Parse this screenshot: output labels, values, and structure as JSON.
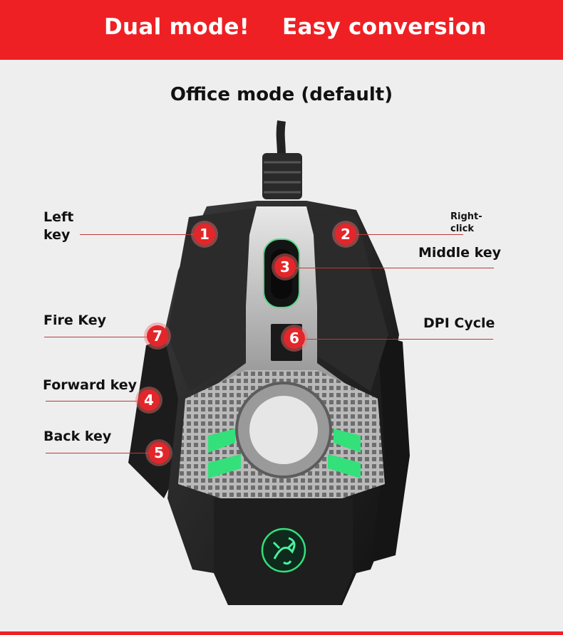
{
  "banner": {
    "left_text": "Dual mode!",
    "right_text": "Easy conversion",
    "color": "#ee2024"
  },
  "title": "Office mode (default)",
  "labels": {
    "left_key": "Left\nkey",
    "right_click": "Right-\nclick",
    "middle_key": "Middle key",
    "fire_key": "Fire Key",
    "dpi_cycle": "DPI Cycle",
    "forward_key": "Forward key",
    "back_key": "Back key"
  },
  "badges": [
    "1",
    "2",
    "3",
    "4",
    "5",
    "6",
    "7"
  ],
  "colors": {
    "badge": "#e3262a",
    "glow": "#34e07a",
    "mouse_body": "#1c1c1c"
  },
  "icons": [
    "scorpion-logo-icon"
  ]
}
